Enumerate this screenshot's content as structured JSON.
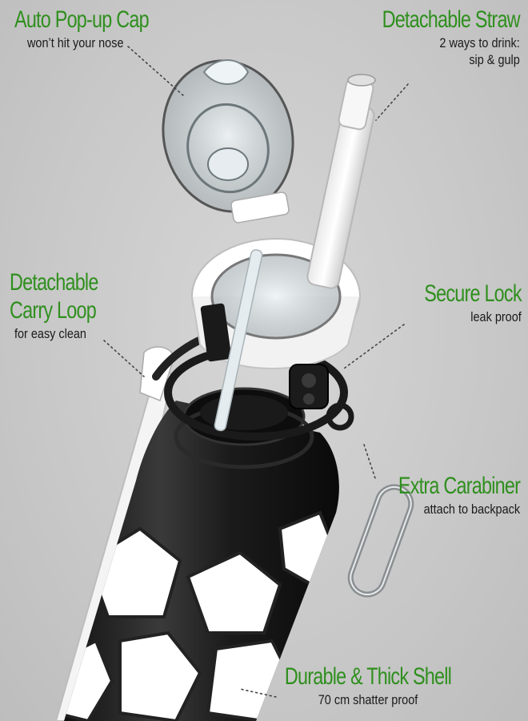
{
  "callouts": {
    "cap": {
      "title": "Auto Pop-up Cap",
      "sub": "won’t hit your nose"
    },
    "straw": {
      "title": "Detachable Straw",
      "sub1": "2 ways to drink:",
      "sub2": "sip & gulp"
    },
    "loop": {
      "title1": "Detachable",
      "title2": "Carry Loop",
      "sub": "for easy clean"
    },
    "lock": {
      "title": "Secure Lock",
      "sub": "leak proof"
    },
    "carabiner": {
      "title": "Extra Carabiner",
      "sub": "attach to backpack"
    },
    "shell": {
      "title": "Durable & Thick Shell",
      "sub": "70 cm shatter proof"
    }
  },
  "colors": {
    "title": "#2f8f1e",
    "sub": "#1a1a1a",
    "background": "#c9c9c9"
  },
  "icons": [
    "bottle-cap-icon",
    "straw-icon",
    "carry-loop-icon",
    "lock-button-icon",
    "carabiner-icon",
    "soccer-ball-pattern-icon"
  ]
}
